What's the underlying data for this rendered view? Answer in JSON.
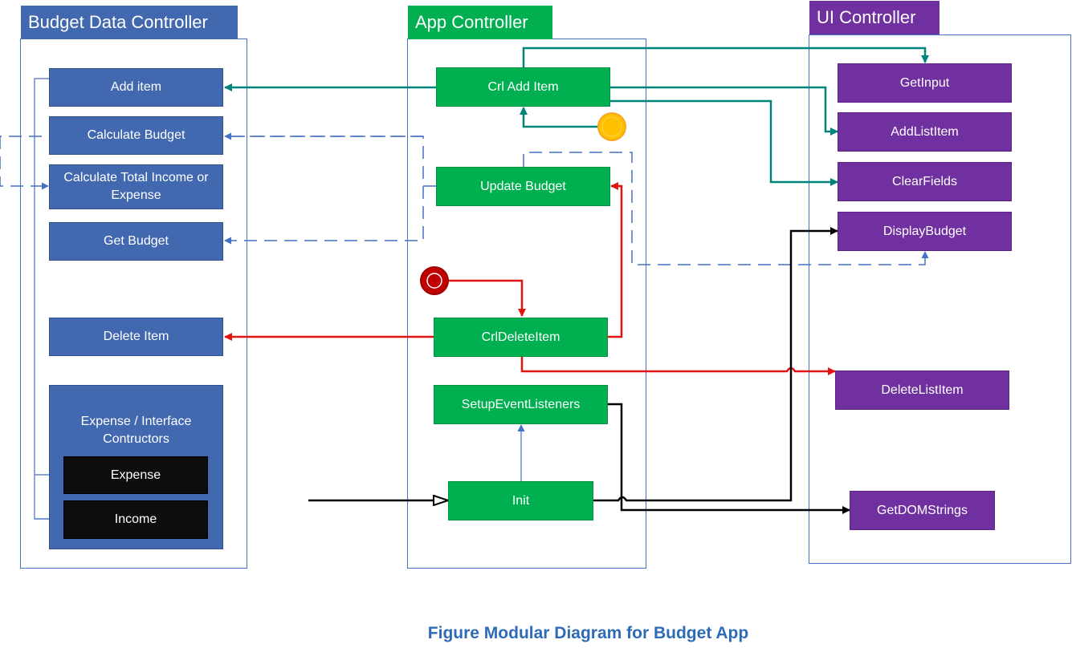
{
  "colors": {
    "data_controller": "#4268b0",
    "app_controller": "#00b050",
    "ui_controller": "#7030a0",
    "teal_flow": "#00847a",
    "red_flow": "#e11414",
    "dashed_flow": "#4472c4",
    "init_flow": "#000000",
    "caption": "#2e6bb7"
  },
  "panels": {
    "budget_data": {
      "title": "Budget Data Controller"
    },
    "app": {
      "title": "App Controller"
    },
    "ui": {
      "title": "UI Controller"
    }
  },
  "budget_data": {
    "add_item": "Add item",
    "calculate_budget": "Calculate Budget",
    "calculate_total": "Calculate Total Income or Expense",
    "get_budget": "Get Budget",
    "delete_item": "Delete Item",
    "constructors": {
      "title": "Expense / Interface Contructors",
      "expense": "Expense",
      "income": "Income"
    }
  },
  "app": {
    "crl_add_item": "Crl Add Item",
    "update_budget": "Update Budget",
    "crl_delete_item": "CrlDeleteItem",
    "setup_event_listeners": "SetupEventListeners",
    "init": "Init"
  },
  "ui": {
    "get_input": "GetInput",
    "add_list_item": "AddListItem",
    "clear_fields": "ClearFields",
    "display_budget": "DisplayBudget",
    "delete_list_item": "DeleteListItem",
    "get_dom_strings": "GetDOMStrings"
  },
  "markers": {
    "add_event": "yellow-circle",
    "delete_event": "red-circle"
  },
  "caption": "Figure Modular Diagram for Budget App"
}
